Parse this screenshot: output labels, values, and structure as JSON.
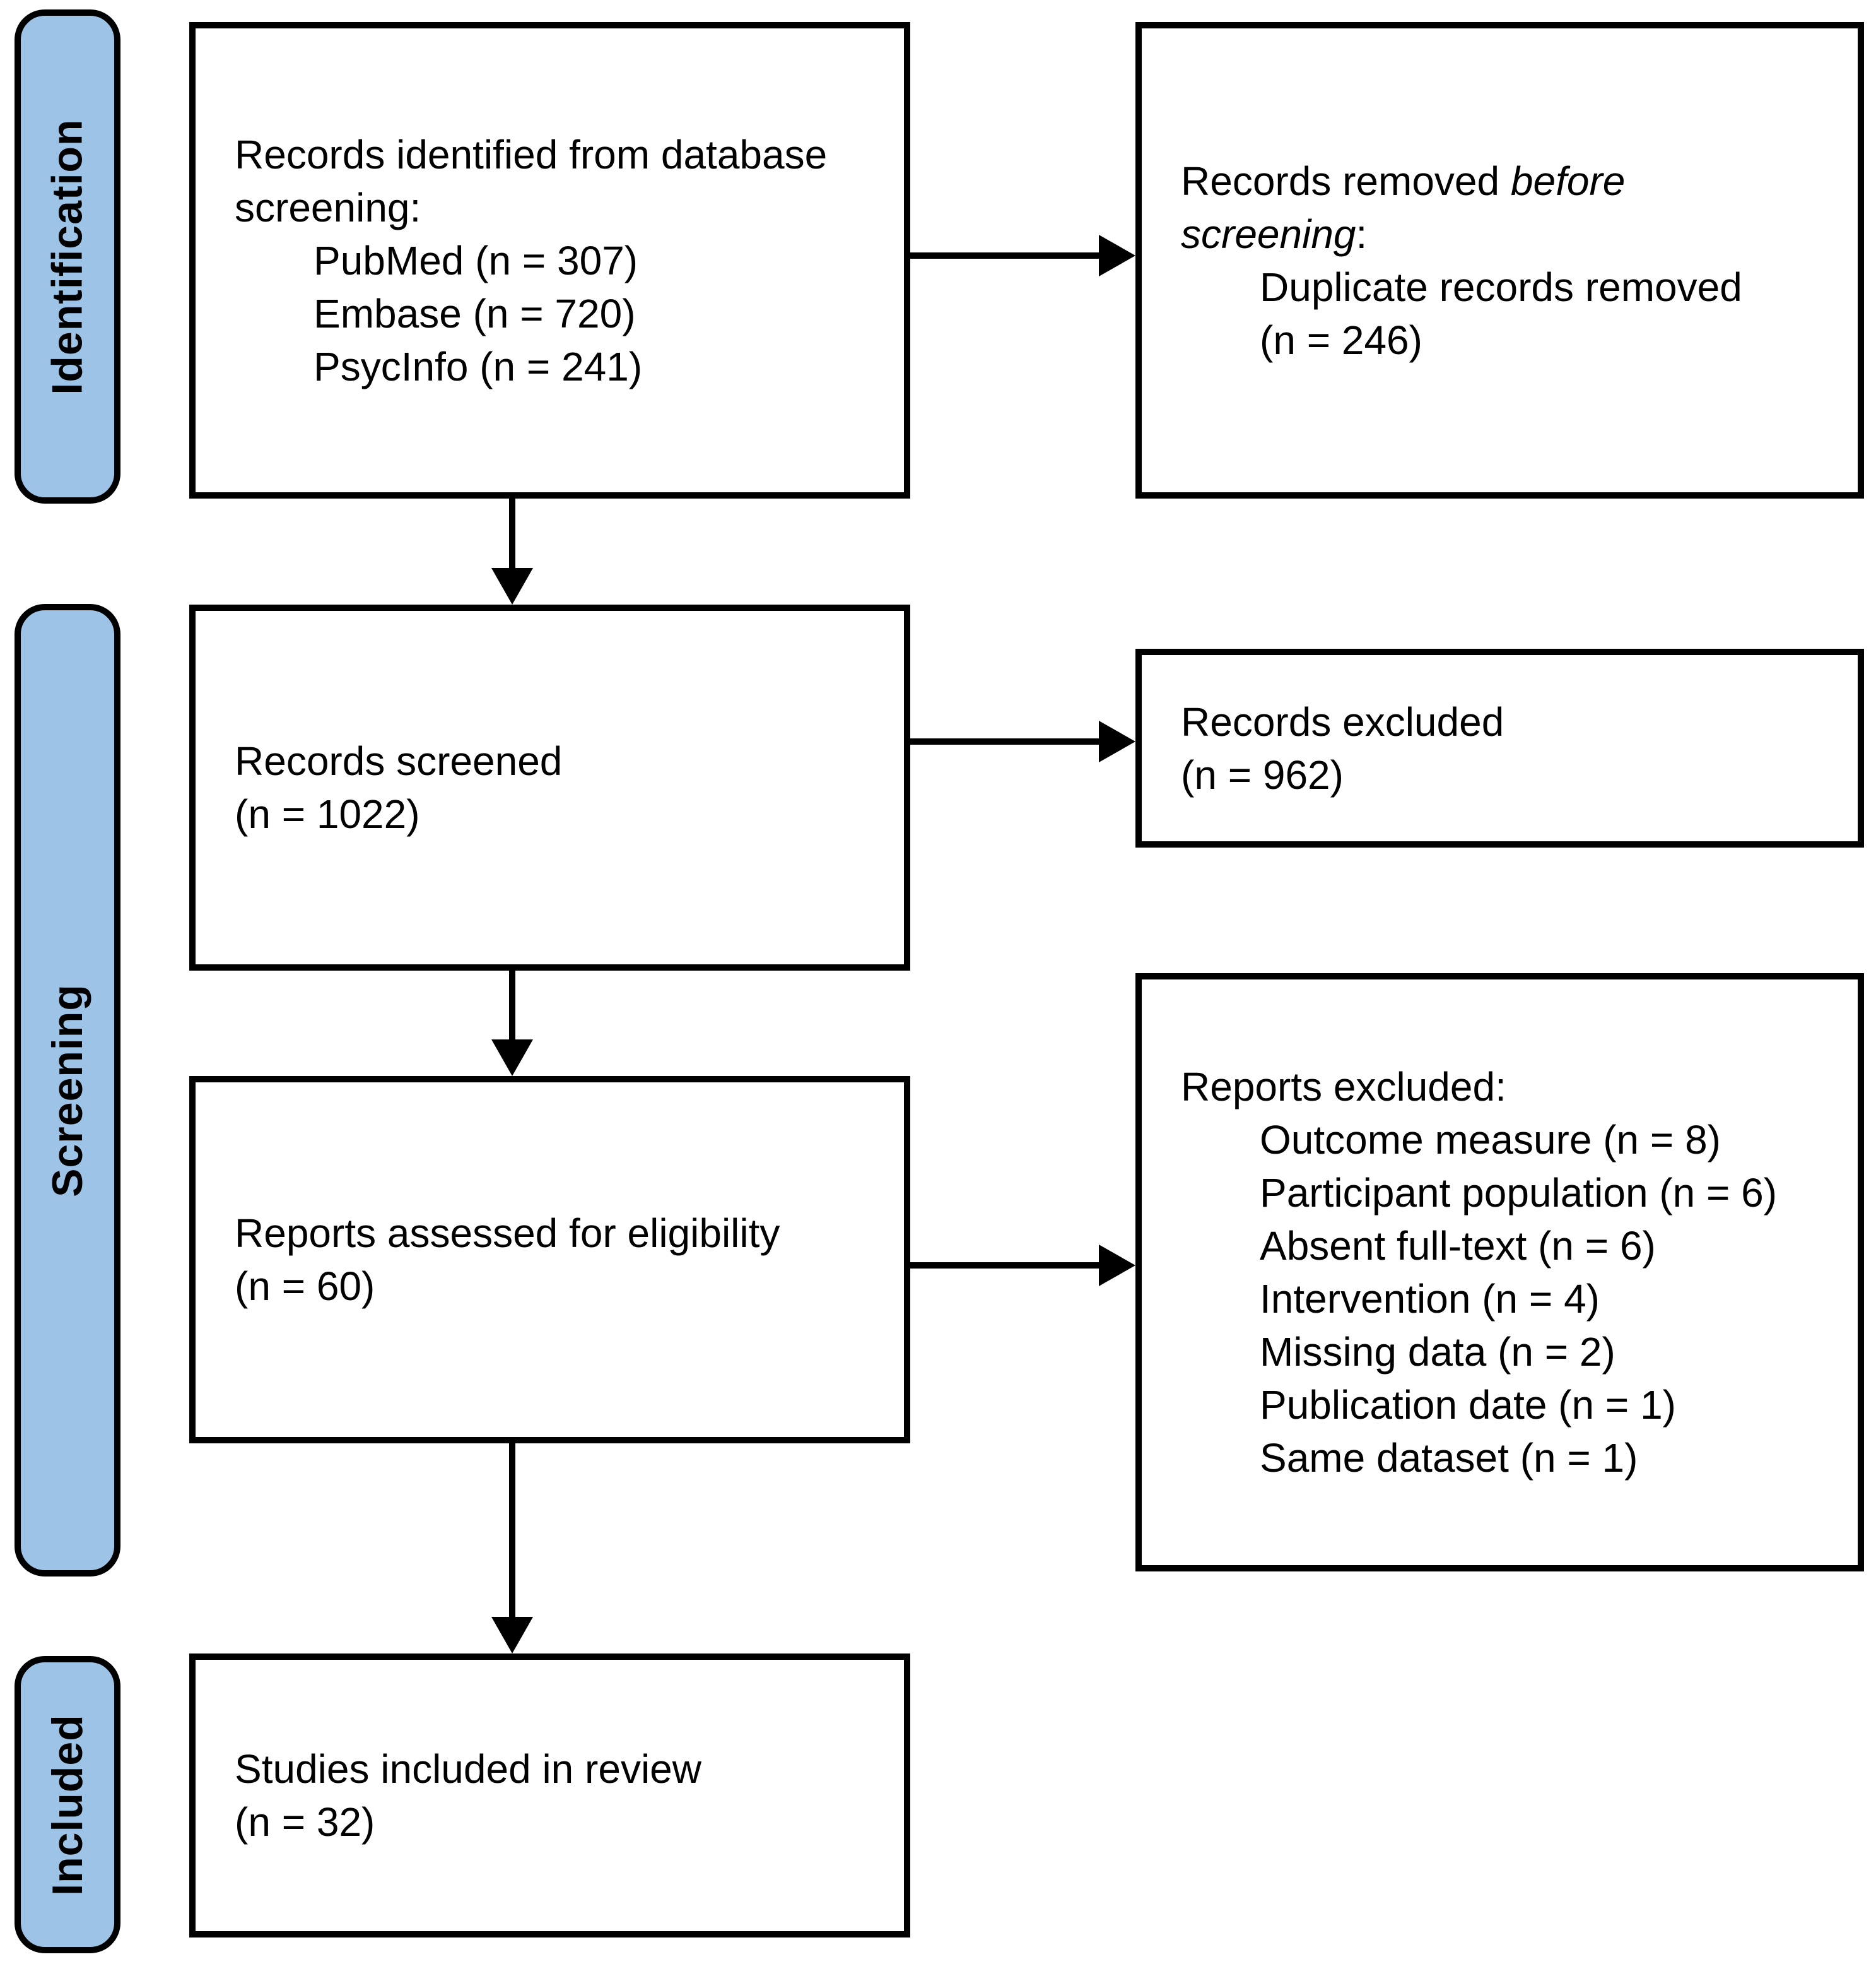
{
  "figure": {
    "type": "prisma-flow-diagram",
    "palette": {
      "stage_bar_fill": "#9DC3E6",
      "stroke": "#000000",
      "box_fill": "#FFFFFF",
      "background": "#FFFFFF"
    }
  },
  "sidebar": {
    "labels": [
      "Identification",
      "Screening",
      "Included"
    ]
  },
  "boxes": {
    "identified": {
      "line1": "Records identified from database",
      "line2": "screening:",
      "items": [
        "PubMed (n = 307)",
        "Embase (n = 720)",
        "PsycInfo (n = 241)"
      ]
    },
    "removed": {
      "line1_plain": "Records removed ",
      "line1_italic": "before",
      "line2_italic": "screening",
      "line2_plain": ":",
      "items": [
        "Duplicate records removed",
        "(n = 246)"
      ]
    },
    "screened": {
      "line1": "Records screened",
      "line2": "(n = 1022)"
    },
    "excluded": {
      "line1": "Records excluded",
      "line2": "(n = 962)"
    },
    "assessed": {
      "line1": "Reports assessed for eligibility",
      "line2": "(n = 60)"
    },
    "reports_excluded": {
      "title": "Reports excluded:",
      "items": [
        "Outcome measure (n = 8)",
        "Participant population (n = 6)",
        "Absent full-text (n = 6)",
        "Intervention (n = 4)",
        "Missing data (n = 2)",
        "Publication date (n = 1)",
        "Same dataset (n = 1)"
      ]
    },
    "included": {
      "line1": "Studies included in review",
      "line2": "(n = 32)"
    }
  }
}
